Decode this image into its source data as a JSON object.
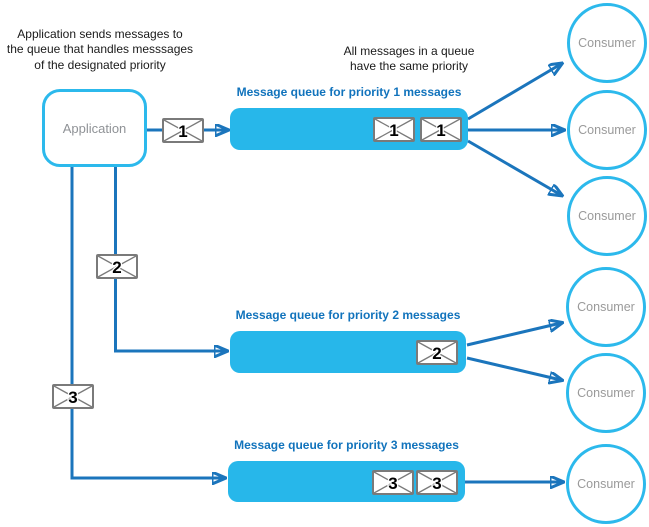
{
  "annotations": {
    "app_note": "Application sends messages to\nthe queue that handles messsages\nof the designated priority",
    "queue_note": "All messages in a queue\nhave the same priority"
  },
  "application": {
    "label": "Application"
  },
  "transit_envelopes": [
    {
      "priority": "1"
    },
    {
      "priority": "2"
    },
    {
      "priority": "3"
    }
  ],
  "queues": [
    {
      "label": "Message queue for priority 1 messages",
      "messages": [
        "1",
        "1"
      ]
    },
    {
      "label": "Message queue for priority 2 messages",
      "messages": [
        "2"
      ]
    },
    {
      "label": "Message queue for priority 3 messages",
      "messages": [
        "3",
        "3"
      ]
    }
  ],
  "consumers": [
    {
      "label": "Consumer"
    },
    {
      "label": "Consumer"
    },
    {
      "label": "Consumer"
    },
    {
      "label": "Consumer"
    },
    {
      "label": "Consumer"
    },
    {
      "label": "Consumer"
    }
  ],
  "colors": {
    "queue_fill": "#27B7EA",
    "node_border": "#2CB9EC",
    "arrow": "#1B75BC",
    "queue_label_text": "#1173BC",
    "node_text": "#8F9296"
  }
}
